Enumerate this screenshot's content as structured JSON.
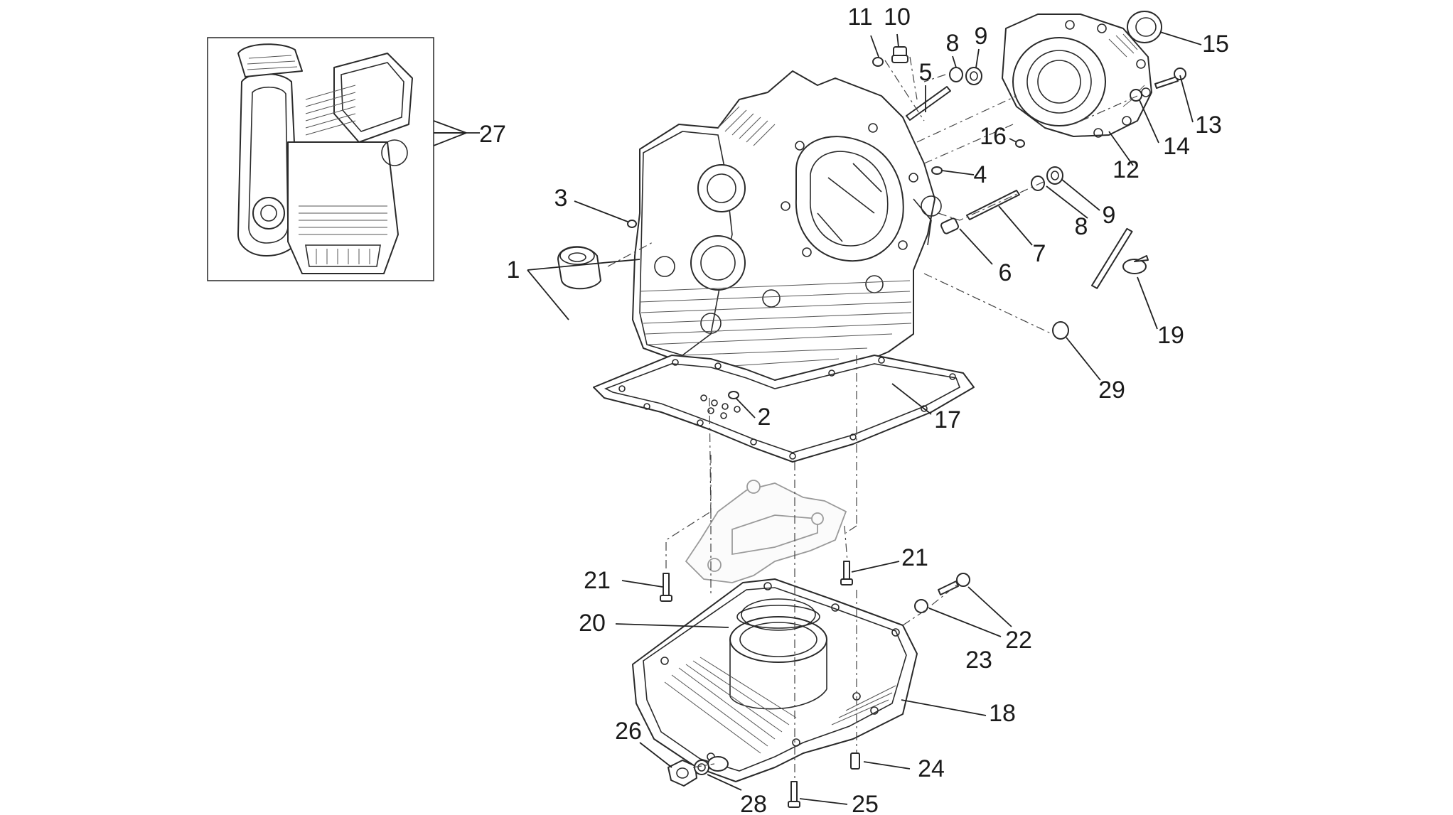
{
  "diagram": {
    "callouts": [
      {
        "id": "c1",
        "text": "1"
      },
      {
        "id": "c2",
        "text": "2"
      },
      {
        "id": "c3",
        "text": "3"
      },
      {
        "id": "c4",
        "text": "4"
      },
      {
        "id": "c5",
        "text": "5"
      },
      {
        "id": "c6",
        "text": "6"
      },
      {
        "id": "c7",
        "text": "7"
      },
      {
        "id": "c8a",
        "text": "8"
      },
      {
        "id": "c8b",
        "text": "8"
      },
      {
        "id": "c9a",
        "text": "9"
      },
      {
        "id": "c9b",
        "text": "9"
      },
      {
        "id": "c10",
        "text": "10"
      },
      {
        "id": "c11",
        "text": "11"
      },
      {
        "id": "c12",
        "text": "12"
      },
      {
        "id": "c13",
        "text": "13"
      },
      {
        "id": "c14",
        "text": "14"
      },
      {
        "id": "c15",
        "text": "15"
      },
      {
        "id": "c16",
        "text": "16"
      },
      {
        "id": "c17",
        "text": "17"
      },
      {
        "id": "c18",
        "text": "18"
      },
      {
        "id": "c19",
        "text": "19"
      },
      {
        "id": "c20",
        "text": "20"
      },
      {
        "id": "c21a",
        "text": "21"
      },
      {
        "id": "c21b",
        "text": "21"
      },
      {
        "id": "c22",
        "text": "22"
      },
      {
        "id": "c23",
        "text": "23"
      },
      {
        "id": "c24",
        "text": "24"
      },
      {
        "id": "c25",
        "text": "25"
      },
      {
        "id": "c26",
        "text": "26"
      },
      {
        "id": "c27",
        "text": "27"
      },
      {
        "id": "c28",
        "text": "28"
      },
      {
        "id": "c29",
        "text": "29"
      }
    ],
    "colors": {
      "ink": "#1a1a1a",
      "line": "#2a2a2a",
      "background": "#ffffff"
    }
  }
}
